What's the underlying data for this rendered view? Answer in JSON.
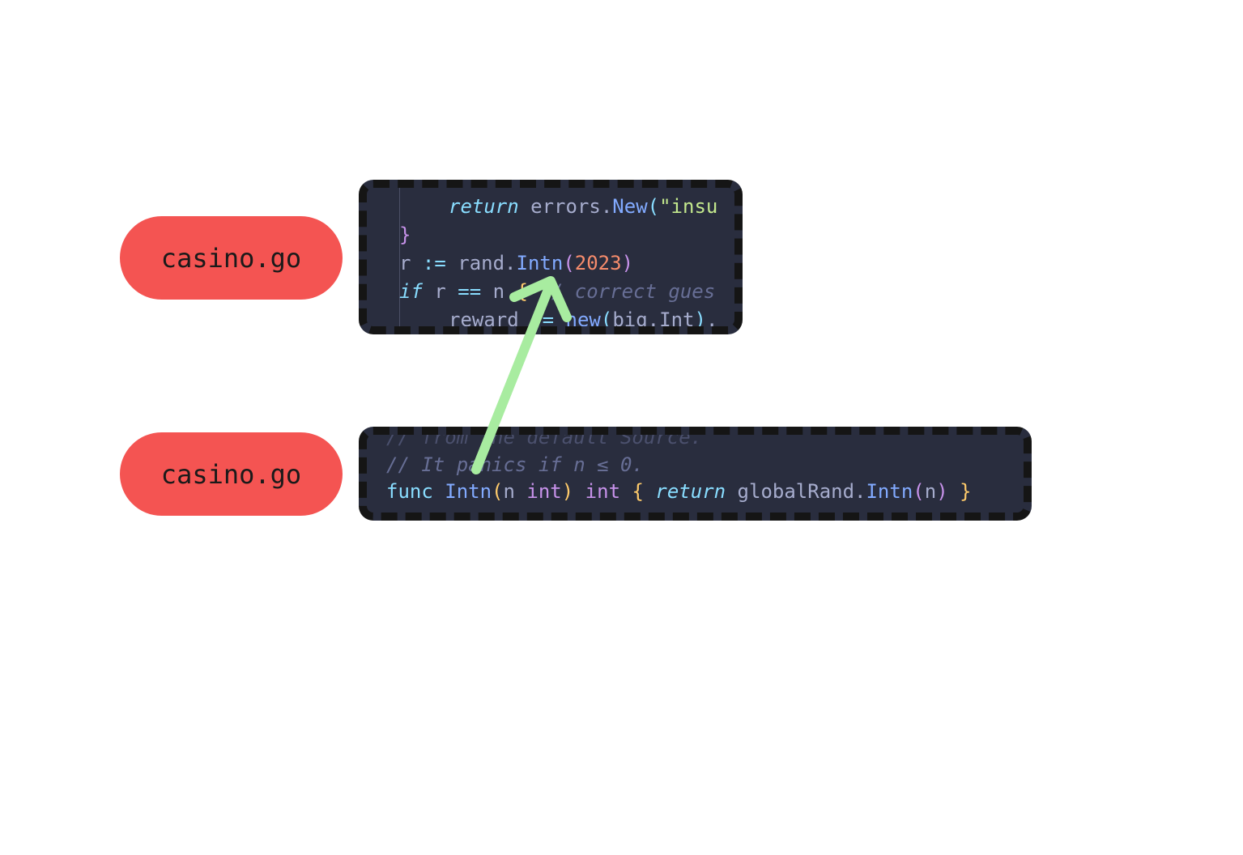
{
  "labels": [
    {
      "text": "casino.go"
    },
    {
      "text": "casino.go"
    }
  ],
  "snippet1": {
    "lines": [
      {
        "tokens": [
          [
            "kw-italic",
            "return"
          ],
          [
            "ident",
            " errors."
          ],
          [
            "fn",
            "New"
          ],
          [
            "kw-blue",
            "("
          ],
          [
            "str",
            "\"insu"
          ]
        ]
      },
      {
        "tokens": [
          [
            "paren",
            "}"
          ]
        ]
      },
      {
        "tokens": [
          [
            "ident",
            "r "
          ],
          [
            "kw-blue",
            ":="
          ],
          [
            "ident",
            " rand."
          ],
          [
            "fn",
            "Intn"
          ],
          [
            "paren",
            "("
          ],
          [
            "num",
            "2023"
          ],
          [
            "paren",
            ")"
          ]
        ]
      },
      {
        "tokens": [
          [
            "kw-italic",
            "if"
          ],
          [
            "ident",
            " r "
          ],
          [
            "kw-blue",
            "=="
          ],
          [
            "ident",
            " n "
          ],
          [
            "brace-y",
            "{"
          ],
          [
            "comment",
            " // correct gues"
          ]
        ]
      },
      {
        "tokens": [
          [
            "ident",
            "reward "
          ],
          [
            "kw-blue",
            ":="
          ],
          [
            "ident",
            " "
          ],
          [
            "fn",
            "new"
          ],
          [
            "kw-blue",
            "("
          ],
          [
            "ident",
            "big.Int"
          ],
          [
            "kw-blue",
            ")"
          ],
          [
            "ident",
            "."
          ]
        ]
      }
    ]
  },
  "snippet2": {
    "lines": [
      {
        "tokens": [
          [
            "comment",
            "// from the default Source."
          ]
        ]
      },
      {
        "tokens": [
          [
            "comment",
            "// It panics if n ≤ 0."
          ]
        ]
      },
      {
        "tokens": [
          [
            "kw-blue",
            "func"
          ],
          [
            "ident",
            " "
          ],
          [
            "fn",
            "Intn"
          ],
          [
            "brace-y",
            "("
          ],
          [
            "ident",
            "n "
          ],
          [
            "type",
            "int"
          ],
          [
            "brace-y",
            ")"
          ],
          [
            "ident",
            " "
          ],
          [
            "type",
            "int"
          ],
          [
            "ident",
            " "
          ],
          [
            "brace-y",
            "{"
          ],
          [
            "ident",
            " "
          ],
          [
            "kw-italic",
            "return"
          ],
          [
            "ident",
            " globalRand."
          ],
          [
            "fn",
            "Intn"
          ],
          [
            "paren",
            "("
          ],
          [
            "ident",
            "n"
          ],
          [
            "paren",
            ")"
          ],
          [
            "ident",
            " "
          ],
          [
            "brace-y",
            "}"
          ]
        ]
      }
    ]
  },
  "colors": {
    "pill": "#f45452",
    "code_bg": "#292d3e",
    "border": "#151515",
    "arrow": "#a8eca0"
  },
  "icons": [
    "arrow-up-icon"
  ]
}
